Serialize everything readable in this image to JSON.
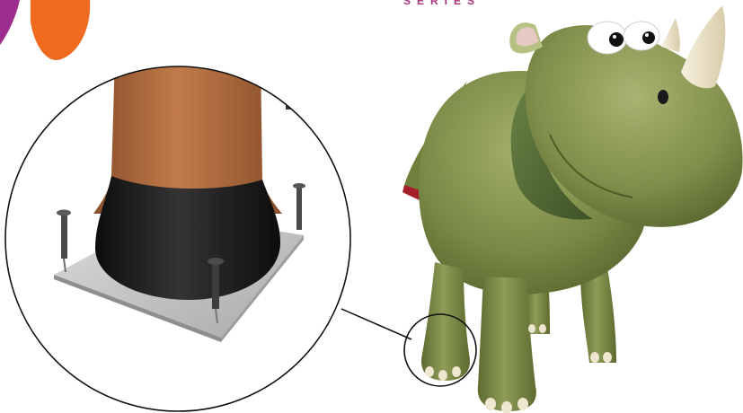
{
  "brand": {
    "series_text": "SERIES",
    "colors": {
      "purple": "#9c2d8e",
      "orange": "#ef6a1e",
      "series_text": "#a7337d"
    }
  },
  "illustration": {
    "subject": "rhino-play-sculpture",
    "detail_callout": "leg-anchor-detail",
    "colors": {
      "body_green": "#7a8a46",
      "collar_green": "#4d6431",
      "horn_cream": "#efe6cf",
      "ear_pink": "#e6c9c2",
      "leg_brown": "#ad6a3e",
      "leg_black": "#1e1e1e",
      "plate_grey": "#c8c8c8",
      "interior_red": "#a51f2a"
    }
  }
}
